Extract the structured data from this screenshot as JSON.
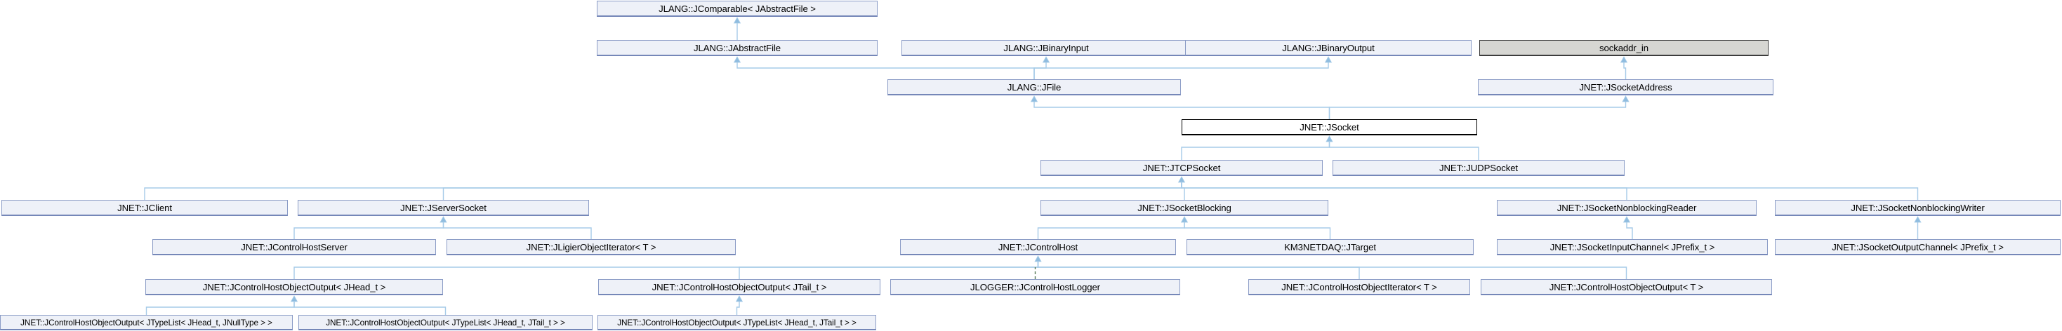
{
  "diagram": {
    "kind": "class-inheritance-graph",
    "colors": {
      "node_fill": "#eef1f8",
      "node_border": "#8b9cc6",
      "current_node_fill": "#ffffff",
      "current_node_border": "#000000",
      "external_node_fill": "#d6d6d2",
      "external_node_border": "#3c3c3c",
      "edge": "#a6cbe8",
      "edge_protected_dashed": "#557755"
    },
    "nodes": [
      {
        "id": "comparable",
        "label": "JLANG::JComparable< JAbstractFile >",
        "kind": "normal"
      },
      {
        "id": "abstractfile",
        "label": "JLANG::JAbstractFile",
        "kind": "normal"
      },
      {
        "id": "binaryinput",
        "label": "JLANG::JBinaryInput",
        "kind": "normal"
      },
      {
        "id": "binaryoutput",
        "label": "JLANG::JBinaryOutput",
        "kind": "normal"
      },
      {
        "id": "sockaddr_in",
        "label": "sockaddr_in",
        "kind": "external"
      },
      {
        "id": "jfile",
        "label": "JLANG::JFile",
        "kind": "normal"
      },
      {
        "id": "socketaddress",
        "label": "JNET::JSocketAddress",
        "kind": "normal"
      },
      {
        "id": "jsocket",
        "label": "JNET::JSocket",
        "kind": "current"
      },
      {
        "id": "tcpsocket",
        "label": "JNET::JTCPSocket",
        "kind": "normal"
      },
      {
        "id": "udpsocket",
        "label": "JNET::JUDPSocket",
        "kind": "normal"
      },
      {
        "id": "jclient",
        "label": "JNET::JClient",
        "kind": "normal"
      },
      {
        "id": "serversocket",
        "label": "JNET::JServerSocket",
        "kind": "normal"
      },
      {
        "id": "socketblocking",
        "label": "JNET::JSocketBlocking",
        "kind": "normal"
      },
      {
        "id": "nbreader",
        "label": "JNET::JSocketNonblockingReader",
        "kind": "normal"
      },
      {
        "id": "nbwriter",
        "label": "JNET::JSocketNonblockingWriter",
        "kind": "normal"
      },
      {
        "id": "controlhostserver",
        "label": "JNET::JControlHostServer",
        "kind": "normal"
      },
      {
        "id": "ligieriterator",
        "label": "JNET::JLigierObjectIterator< T >",
        "kind": "normal"
      },
      {
        "id": "controlhost",
        "label": "JNET::JControlHost",
        "kind": "normal"
      },
      {
        "id": "jtarget",
        "label": "KM3NETDAQ::JTarget",
        "kind": "normal"
      },
      {
        "id": "inputchannel",
        "label": "JNET::JSocketInputChannel< JPrefix_t >",
        "kind": "normal"
      },
      {
        "id": "outputchannel",
        "label": "JNET::JSocketOutputChannel< JPrefix_t >",
        "kind": "normal"
      },
      {
        "id": "out_jhead",
        "label": "JNET::JControlHostObjectOutput< JHead_t >",
        "kind": "normal"
      },
      {
        "id": "out_jtail",
        "label": "JNET::JControlHostObjectOutput< JTail_t >",
        "kind": "normal"
      },
      {
        "id": "chlogger",
        "label": "JLOGGER::JControlHostLogger",
        "kind": "normal"
      },
      {
        "id": "chiterator",
        "label": "JNET::JControlHostObjectIterator< T >",
        "kind": "normal"
      },
      {
        "id": "out_t",
        "label": "JNET::JControlHostObjectOutput< T >",
        "kind": "normal"
      },
      {
        "id": "out_tl_null",
        "label": "JNET::JControlHostObjectOutput< JTypeList< JHead_t, JNullType > >",
        "kind": "normal"
      },
      {
        "id": "out_tl_tail1",
        "label": "JNET::JControlHostObjectOutput< JTypeList< JHead_t, JTail_t > >",
        "kind": "normal"
      },
      {
        "id": "out_tl_tail2",
        "label": "JNET::JControlHostObjectOutput< JTypeList< JHead_t, JTail_t > >",
        "kind": "normal"
      }
    ],
    "edges": [
      {
        "parent": "comparable",
        "child": "abstractfile",
        "style": "solid"
      },
      {
        "parent": "abstractfile",
        "child": "jfile",
        "style": "solid"
      },
      {
        "parent": "binaryinput",
        "child": "jfile",
        "style": "solid"
      },
      {
        "parent": "binaryoutput",
        "child": "jfile",
        "style": "solid"
      },
      {
        "parent": "sockaddr_in",
        "child": "socketaddress",
        "style": "solid"
      },
      {
        "parent": "jfile",
        "child": "jsocket",
        "style": "solid"
      },
      {
        "parent": "socketaddress",
        "child": "jsocket",
        "style": "solid"
      },
      {
        "parent": "jsocket",
        "child": "tcpsocket",
        "style": "solid"
      },
      {
        "parent": "jsocket",
        "child": "udpsocket",
        "style": "solid"
      },
      {
        "parent": "tcpsocket",
        "child": "jclient",
        "style": "solid"
      },
      {
        "parent": "tcpsocket",
        "child": "serversocket",
        "style": "solid"
      },
      {
        "parent": "tcpsocket",
        "child": "socketblocking",
        "style": "solid"
      },
      {
        "parent": "tcpsocket",
        "child": "nbreader",
        "style": "solid"
      },
      {
        "parent": "tcpsocket",
        "child": "nbwriter",
        "style": "solid"
      },
      {
        "parent": "serversocket",
        "child": "controlhostserver",
        "style": "solid"
      },
      {
        "parent": "serversocket",
        "child": "ligieriterator",
        "style": "solid"
      },
      {
        "parent": "socketblocking",
        "child": "controlhost",
        "style": "solid"
      },
      {
        "parent": "socketblocking",
        "child": "jtarget",
        "style": "solid"
      },
      {
        "parent": "nbreader",
        "child": "inputchannel",
        "style": "solid"
      },
      {
        "parent": "nbwriter",
        "child": "outputchannel",
        "style": "solid"
      },
      {
        "parent": "controlhost",
        "child": "out_jhead",
        "style": "solid"
      },
      {
        "parent": "controlhost",
        "child": "out_jtail",
        "style": "solid"
      },
      {
        "parent": "controlhost",
        "child": "chlogger",
        "style": "dashed"
      },
      {
        "parent": "controlhost",
        "child": "chiterator",
        "style": "solid"
      },
      {
        "parent": "controlhost",
        "child": "out_t",
        "style": "solid"
      },
      {
        "parent": "out_jhead",
        "child": "out_tl_null",
        "style": "solid"
      },
      {
        "parent": "out_jhead",
        "child": "out_tl_tail1",
        "style": "solid"
      },
      {
        "parent": "out_jtail",
        "child": "out_tl_tail2",
        "style": "solid"
      }
    ]
  }
}
